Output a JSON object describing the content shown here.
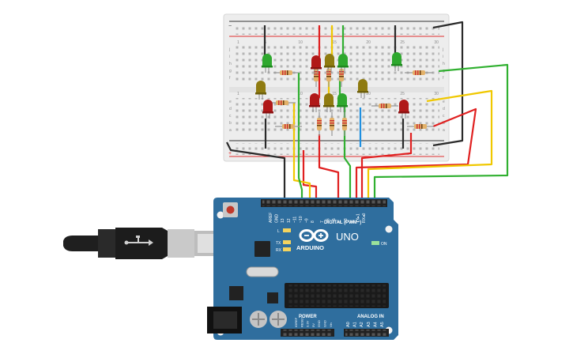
{
  "board": {
    "brand": "ARDUINO",
    "model": "UNO",
    "header_digital": "DIGITAL (PWM~)",
    "header_analog": "ANALOG IN",
    "header_power": "POWER",
    "label_on": "ON",
    "label_l": "L",
    "label_tx": "TX",
    "label_rx": "RX",
    "label_ioref": "IOREF",
    "label_reset": "RESET",
    "label_3v3": "3.3V",
    "label_5v": "5V",
    "label_gnd1": "GND",
    "label_gnd2": "GND",
    "label_vin": "Vin",
    "label_a0": "A0",
    "label_a1": "A1",
    "label_a2": "A2",
    "label_a3": "A3",
    "label_a4": "A4",
    "label_a5": "A5",
    "label_aref": "AREF",
    "label_gnd3": "GND",
    "label_d13": "13",
    "label_d12": "12",
    "label_d11": "~11",
    "label_d10": "~10",
    "label_d9": "~9",
    "label_d8": "8",
    "label_d7": "7",
    "label_d6": "~6",
    "label_d5": "~5",
    "label_d4": "4",
    "label_d3": "~3",
    "label_d2": "2",
    "label_d1": "TX▸1",
    "label_d0": "RX◂0"
  },
  "breadboard": {
    "row_letters_top": [
      "j",
      "i",
      "h",
      "g",
      "f"
    ],
    "row_letters_bottom": [
      "e",
      "d",
      "c",
      "b",
      "a"
    ],
    "column_numbers": [
      "1",
      "5",
      "10",
      "15",
      "20",
      "25",
      "30"
    ]
  },
  "colors": {
    "board": "#2f6e9e",
    "breadboard": "#eeeeee",
    "wire_red": "#e02020",
    "wire_yellow": "#f0c800",
    "wire_green": "#30b030",
    "wire_black": "#2a2a2a",
    "wire_blue": "#1e8fe0",
    "led_green": "#2ea82e",
    "led_yellow": "#8f7b10",
    "led_red": "#b01818"
  }
}
